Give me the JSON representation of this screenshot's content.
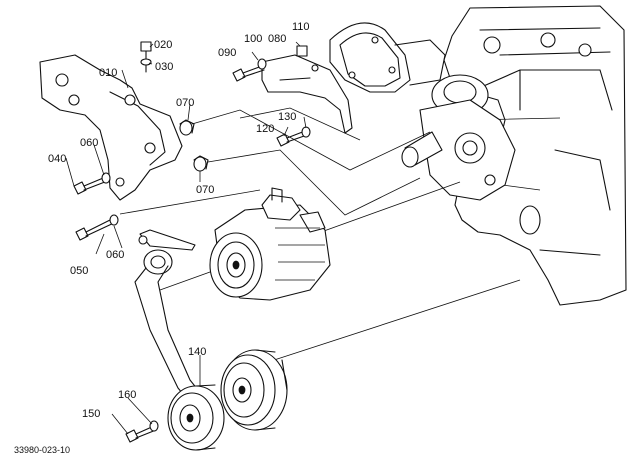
{
  "diagram": {
    "drawing_code": "33980-023-10",
    "callouts": [
      {
        "id": "010",
        "text": "010"
      },
      {
        "id": "020",
        "text": "020"
      },
      {
        "id": "030",
        "text": "030"
      },
      {
        "id": "040",
        "text": "040"
      },
      {
        "id": "050",
        "text": "050"
      },
      {
        "id": "060a",
        "text": "060"
      },
      {
        "id": "060b",
        "text": "060"
      },
      {
        "id": "070a",
        "text": "070"
      },
      {
        "id": "070b",
        "text": "070"
      },
      {
        "id": "080",
        "text": "080"
      },
      {
        "id": "090",
        "text": "090"
      },
      {
        "id": "100",
        "text": "100"
      },
      {
        "id": "110",
        "text": "110"
      },
      {
        "id": "120",
        "text": "120"
      },
      {
        "id": "130",
        "text": "130"
      },
      {
        "id": "140",
        "text": "140"
      },
      {
        "id": "150",
        "text": "150"
      },
      {
        "id": "160",
        "text": "160"
      }
    ]
  }
}
